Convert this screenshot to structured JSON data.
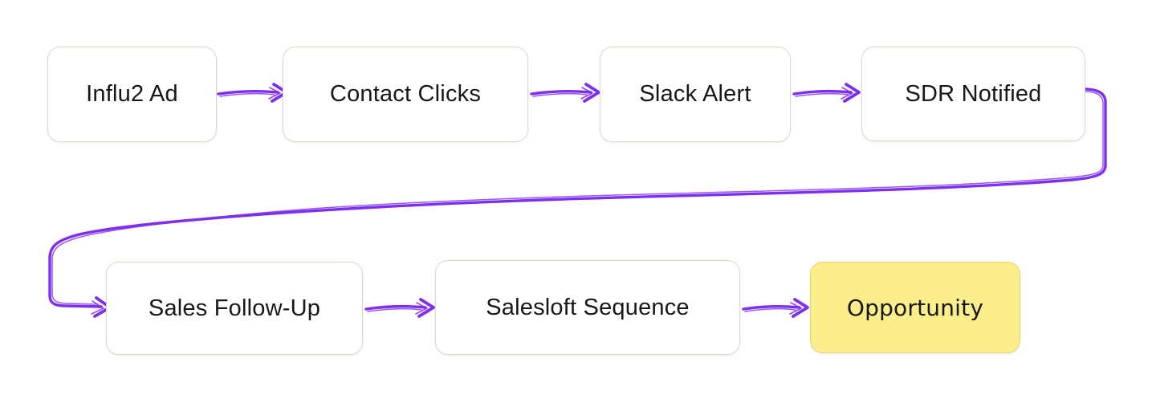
{
  "colors": {
    "arrow": "#7d2ef2",
    "node_fill": "#ffffff",
    "node_border": "#dfd9c4",
    "highlight_fill": "#fcee8a",
    "highlight_border": "#e6d567",
    "text": "#17171c"
  },
  "flow": {
    "nodes": [
      {
        "id": "influ2-ad",
        "label": "Influ2 Ad"
      },
      {
        "id": "contact-clicks",
        "label": "Contact Clicks"
      },
      {
        "id": "slack-alert",
        "label": "Slack Alert"
      },
      {
        "id": "sdr-notified",
        "label": "SDR Notified"
      },
      {
        "id": "sales-follow-up",
        "label": "Sales Follow-Up"
      },
      {
        "id": "salesloft-sequence",
        "label": "Salesloft Sequence"
      },
      {
        "id": "opportunity",
        "label": "Opportunity"
      }
    ],
    "edges": [
      {
        "from": "influ2-ad",
        "to": "contact-clicks"
      },
      {
        "from": "contact-clicks",
        "to": "slack-alert"
      },
      {
        "from": "slack-alert",
        "to": "sdr-notified"
      },
      {
        "from": "sdr-notified",
        "to": "sales-follow-up"
      },
      {
        "from": "sales-follow-up",
        "to": "salesloft-sequence"
      },
      {
        "from": "salesloft-sequence",
        "to": "opportunity"
      }
    ]
  }
}
